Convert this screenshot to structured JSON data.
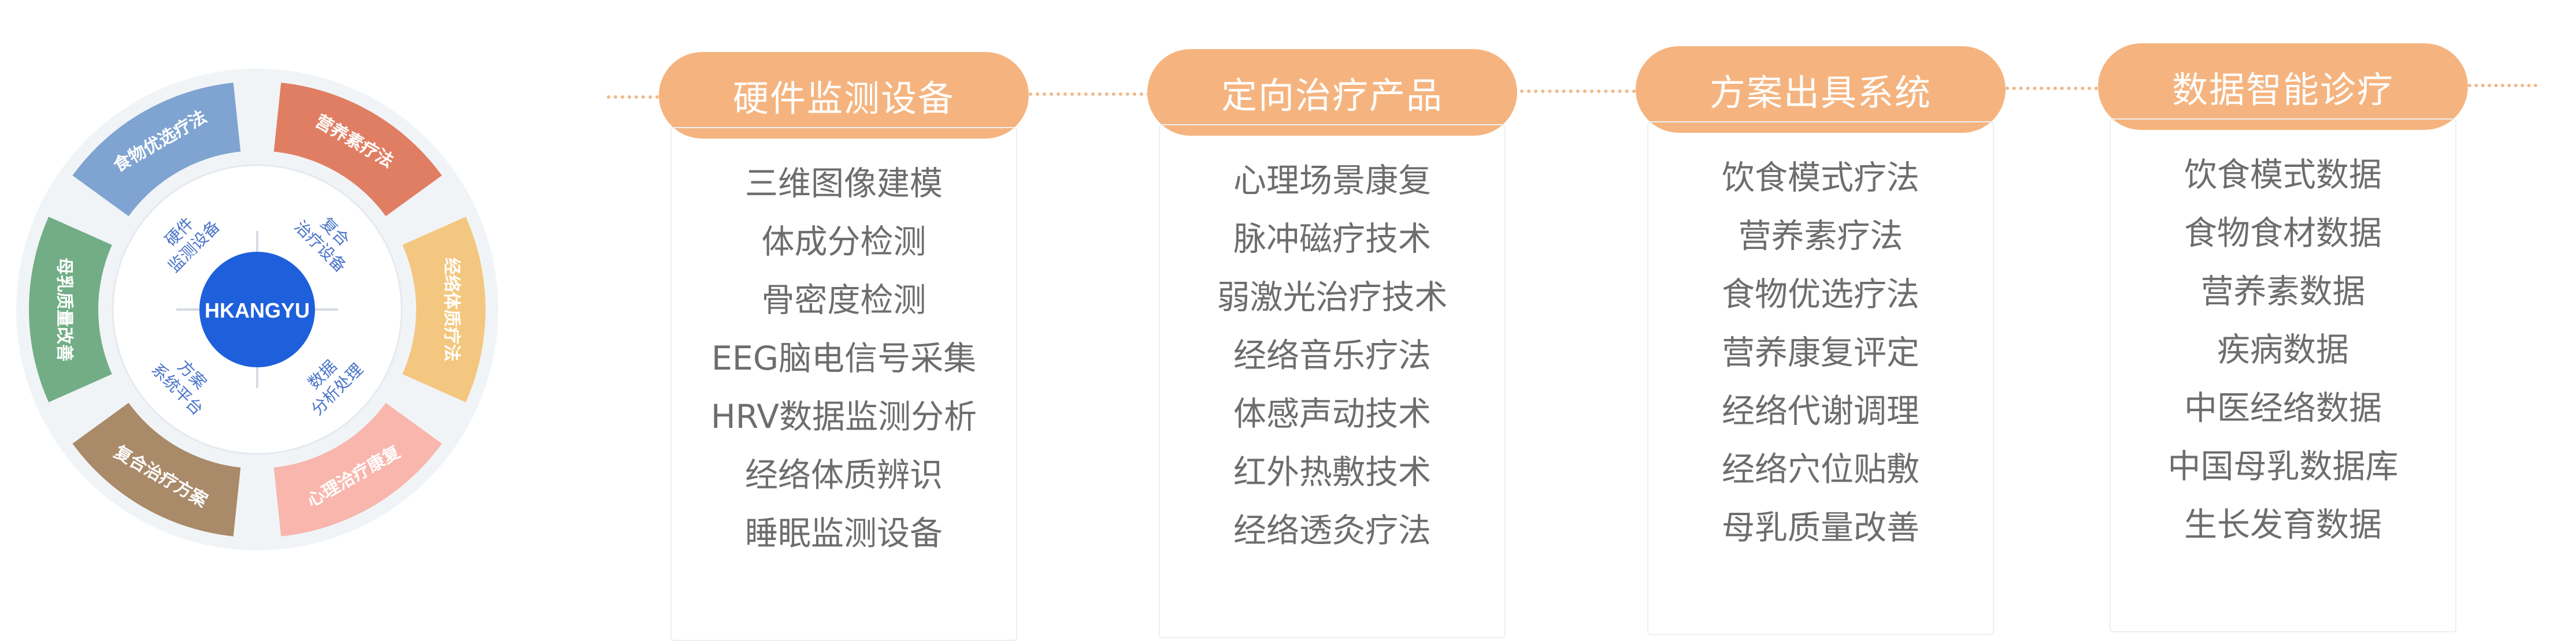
{
  "wheel": {
    "center_label": "HKANGYU",
    "segments": [
      {
        "label": "营养素疗法",
        "color": "#e07e63"
      },
      {
        "label": "经络体质疗法",
        "color": "#f3c77f"
      },
      {
        "label": "心理洽疗康复",
        "color": "#f8b6ad"
      },
      {
        "label": "复合治疗方案",
        "color": "#a98a69"
      },
      {
        "label": "母乳质量改善",
        "color": "#72ad86"
      },
      {
        "label": "食物优选疗法",
        "color": "#7fa4d1"
      }
    ],
    "quadrants": [
      {
        "line1": "复合",
        "line2": "治疗设备"
      },
      {
        "line1": "数据",
        "line2": "分析处理"
      },
      {
        "line1": "方案",
        "line2": "系统平台"
      },
      {
        "line1": "硬件",
        "line2": "监测设备"
      }
    ]
  },
  "columns": [
    {
      "title": "硬件监测设备",
      "items": [
        "三维图像建模",
        "体成分检测",
        "骨密度检测",
        "EEG脑电信号采集",
        "HRV数据监测分析",
        "经络体质辨识",
        "睡眠监测设备"
      ]
    },
    {
      "title": "定向治疗产品",
      "items": [
        "心理场景康复",
        "脉冲磁疗技术",
        "弱激光治疗技术",
        "经络音乐疗法",
        "体感声动技术",
        "红外热敷技术",
        "经络透灸疗法"
      ]
    },
    {
      "title": "方案出具系统",
      "items": [
        "饮食模式疗法",
        "营养素疗法",
        "食物优选疗法",
        "营养康复评定",
        "经络代谢调理",
        "经络穴位贴敷",
        "母乳质量改善"
      ]
    },
    {
      "title": "数据智能诊疗",
      "items": [
        "饮食模式数据",
        "食物食材数据",
        "营养素数据",
        "疾病数据",
        "中医经络数据",
        "中国母乳数据库",
        "生长发育数据"
      ]
    }
  ],
  "colors": {
    "pill": "#f5b47f",
    "connector": "#f0b98a",
    "center": "#1e5fdc",
    "quadrant_text": "#4a74c9",
    "item_text": "#6d6d6d"
  }
}
